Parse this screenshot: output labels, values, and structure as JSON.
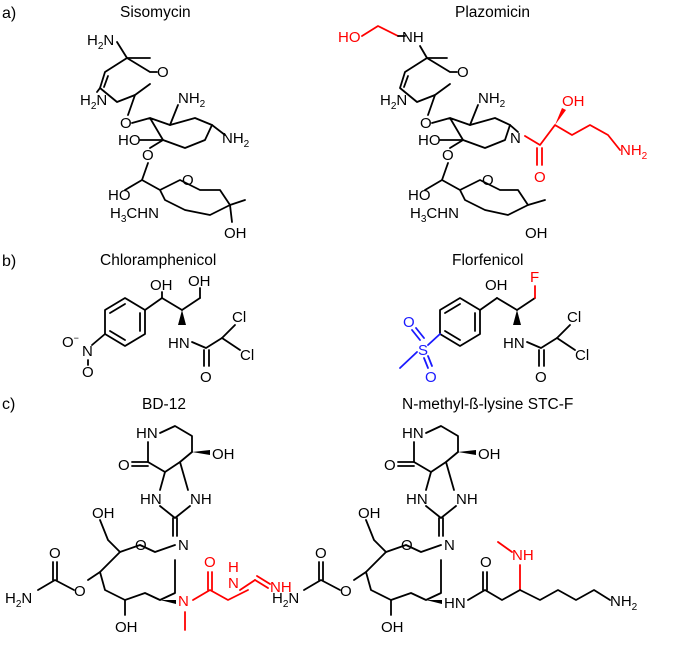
{
  "panels": {
    "a": {
      "label": "a)",
      "left_title": "Sisomycin",
      "right_title": "Plazomicin"
    },
    "b": {
      "label": "b)",
      "left_title": "Chloramphenicol",
      "right_title": "Florfenicol"
    },
    "c": {
      "label": "c)",
      "left_title": "BD-12",
      "right_title": "N-methyl-ß-lysine STC-F"
    }
  },
  "atoms": {
    "nh2": "NH2",
    "h2n": "H2N",
    "ho": "HO",
    "oh": "OH",
    "o": "O",
    "n": "N",
    "nh": "NH",
    "hn": "HN",
    "h3chn": "H3CHN",
    "cl": "Cl",
    "f": "F",
    "s": "S",
    "nitro_n": "N",
    "nh_imine": "NH"
  },
  "colors": {
    "modification": "#ff0000",
    "sulfonyl": "#1a1aff",
    "structure": "#000000"
  }
}
